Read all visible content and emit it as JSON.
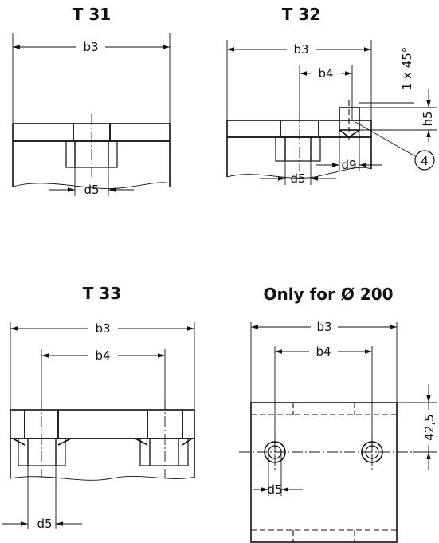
{
  "views": {
    "t31": {
      "title": "T 31",
      "b3": "b3",
      "d5": "d5"
    },
    "t32": {
      "title": "T 32",
      "b3": "b3",
      "b4": "b4",
      "d5": "d5",
      "d9": "d9",
      "chamfer": "1 x 45°",
      "h5": "h5",
      "callout": "4"
    },
    "t33": {
      "title": "T 33",
      "b3": "b3",
      "b4": "b4",
      "d5": "d5"
    },
    "d200": {
      "title": "Only for Ø 200",
      "b3": "b3",
      "b4": "b4",
      "d5": "d5",
      "height": "42,5"
    }
  }
}
